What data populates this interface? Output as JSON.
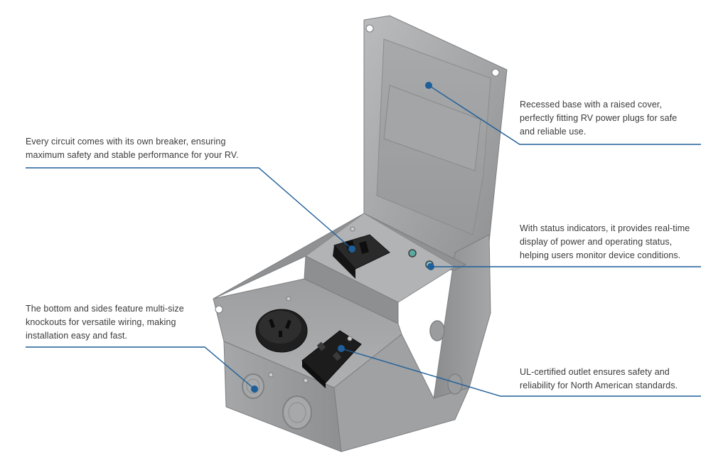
{
  "colors": {
    "leader_line": "#1f5f99",
    "box_metal": "#9a9c9e",
    "box_shadow": "#6e7072",
    "receptacle": "#1c1c1c"
  },
  "callouts": {
    "breaker": "Every circuit comes with its own breaker, ensuring\nmaximum safety and stable performance for your RV.",
    "knockouts": "The bottom and sides feature multi-size\nknockouts for versatile wiring, making\ninstallation easy and fast.",
    "cover": "Recessed base with a raised cover,\nperfectly fitting RV power plugs for safe\nand reliable use.",
    "indicators": "With status indicators, it provides real-time\ndisplay of power and operating status,\nhelping users monitor device conditions.",
    "outlet": "UL-certified outlet ensures safety and\nreliability for North American standards."
  }
}
